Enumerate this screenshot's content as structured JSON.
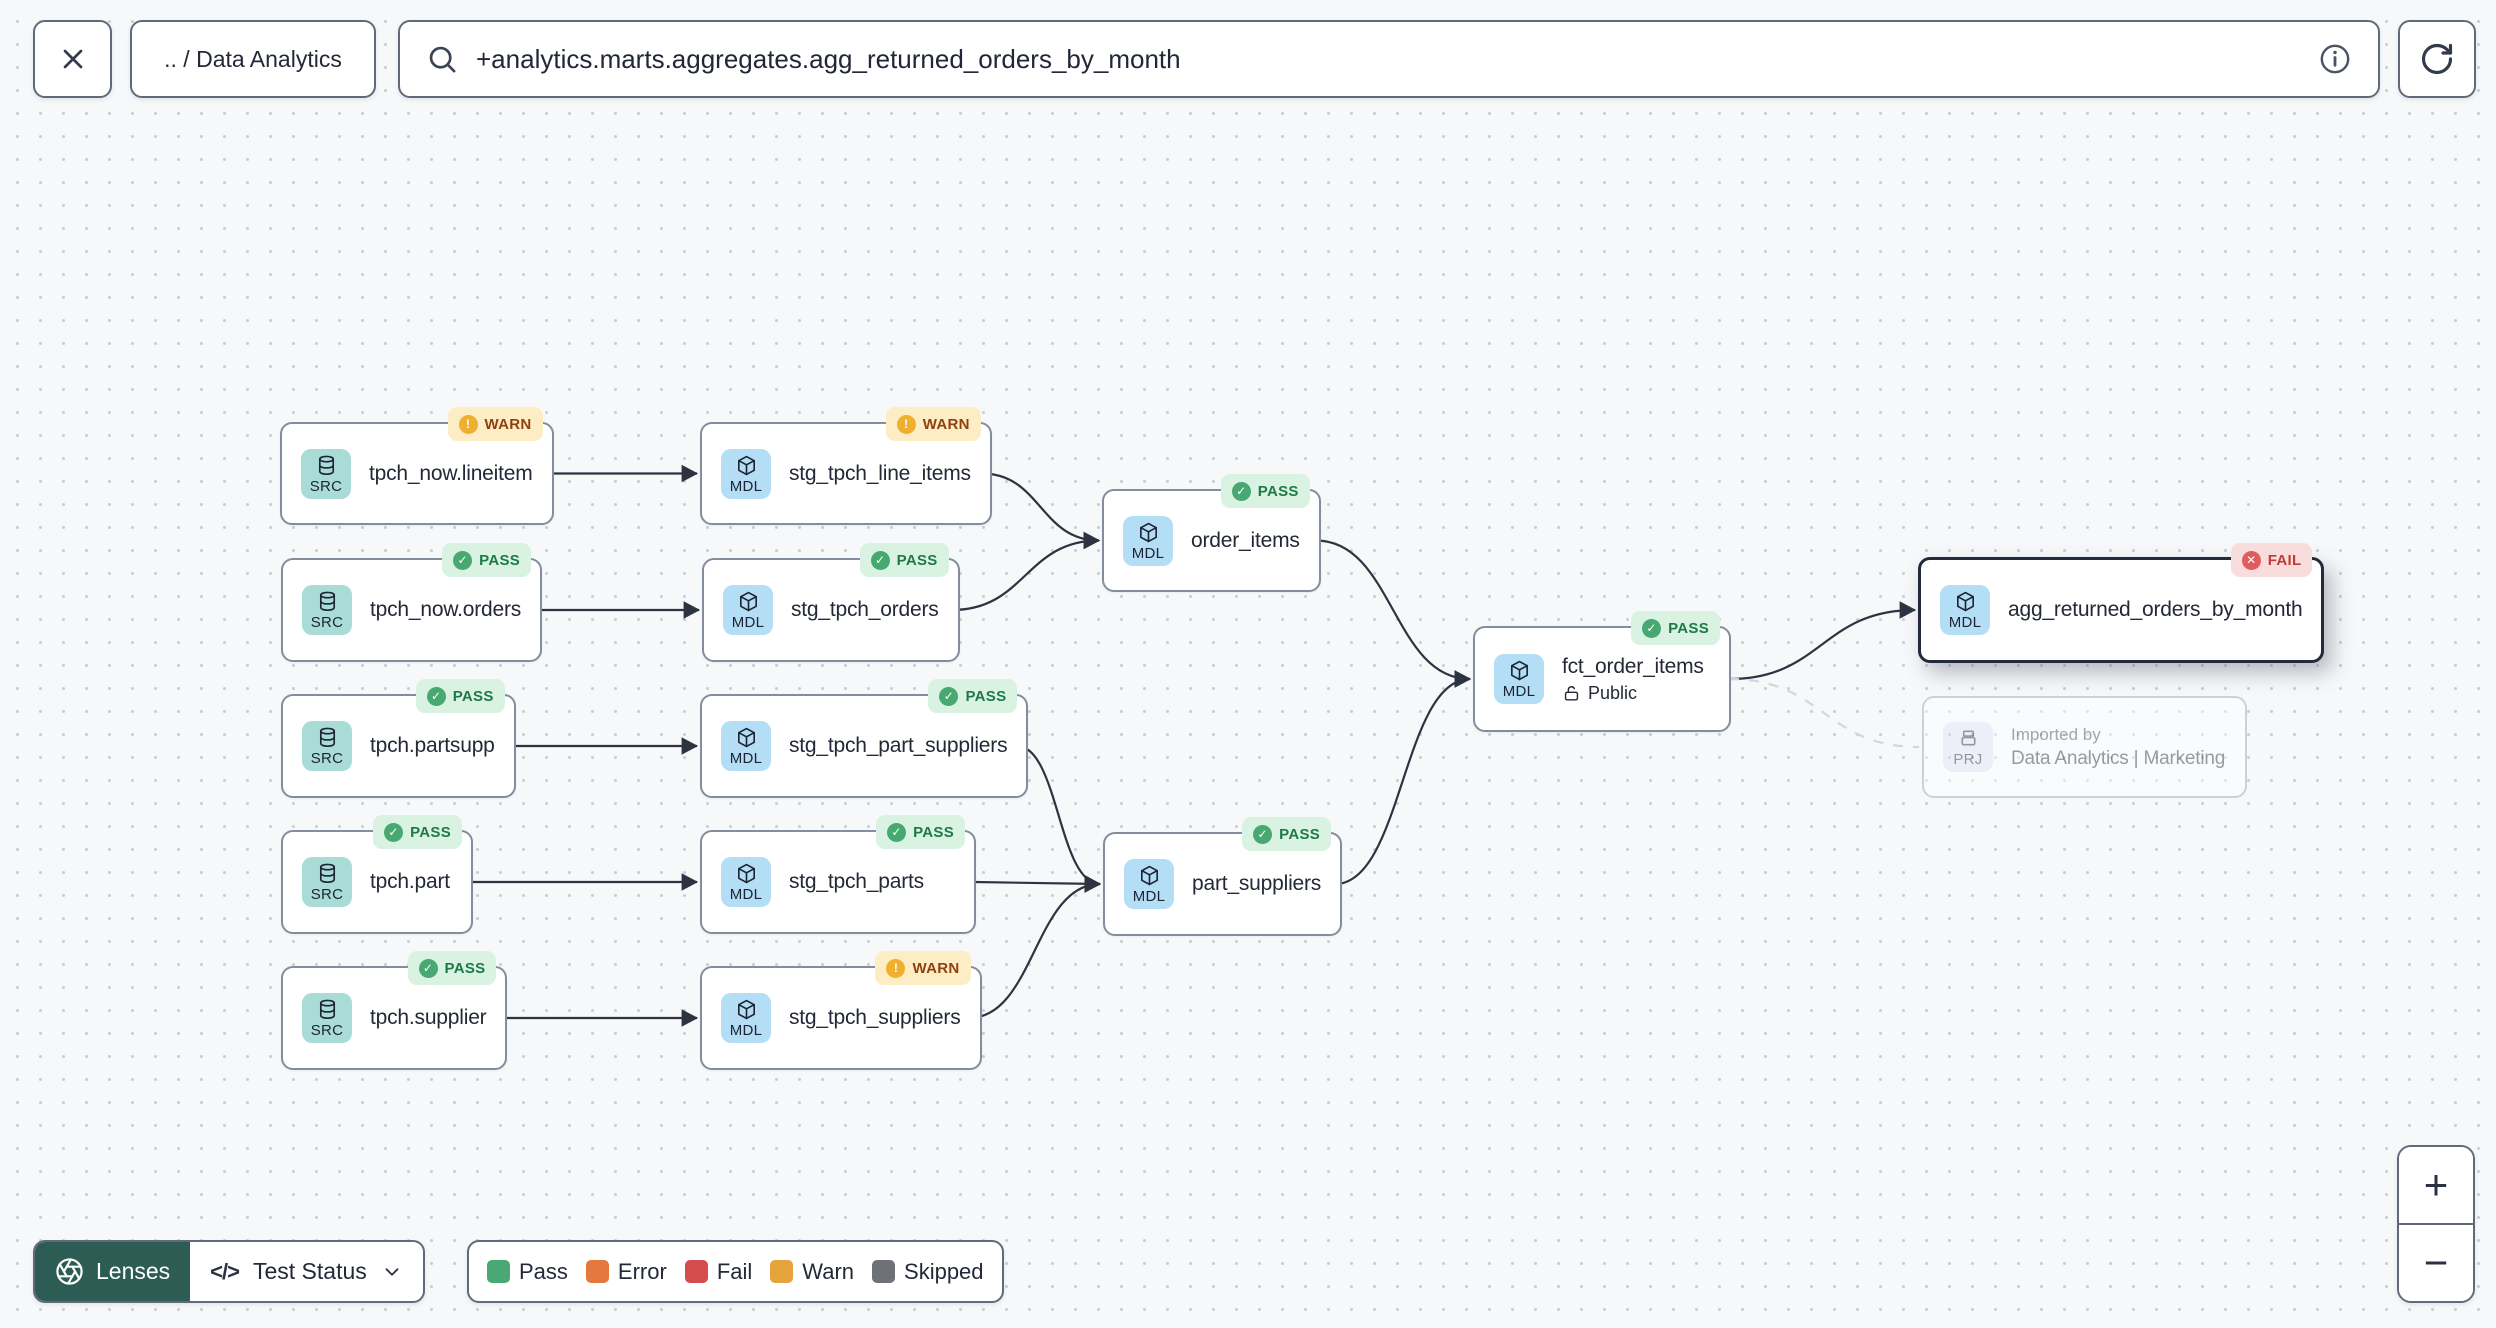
{
  "toolbar": {
    "breadcrumb": ".. / Data Analytics",
    "search_value": "+analytics.marts.aggregates.agg_returned_orders_by_month"
  },
  "graph": {
    "nodes": [
      {
        "id": "tpch_now_lineitem",
        "type": "SRC",
        "icon": "database-icon",
        "label": "tpch_now.lineitem",
        "status": "WARN"
      },
      {
        "id": "stg_tpch_line_items",
        "type": "MDL",
        "icon": "cube-icon",
        "label": "stg_tpch_line_items",
        "status": "WARN"
      },
      {
        "id": "tpch_now_orders",
        "type": "SRC",
        "icon": "database-icon",
        "label": "tpch_now.orders",
        "status": "PASS"
      },
      {
        "id": "stg_tpch_orders",
        "type": "MDL",
        "icon": "cube-icon",
        "label": "stg_tpch_orders",
        "status": "PASS"
      },
      {
        "id": "tpch_partsupp",
        "type": "SRC",
        "icon": "database-icon",
        "label": "tpch.partsupp",
        "status": "PASS"
      },
      {
        "id": "stg_tpch_part_suppliers",
        "type": "MDL",
        "icon": "cube-icon",
        "label": "stg_tpch_part_suppliers",
        "status": "PASS"
      },
      {
        "id": "tpch_part",
        "type": "SRC",
        "icon": "database-icon",
        "label": "tpch.part",
        "status": "PASS"
      },
      {
        "id": "stg_tpch_parts",
        "type": "MDL",
        "icon": "cube-icon",
        "label": "stg_tpch_parts",
        "status": "PASS"
      },
      {
        "id": "tpch_supplier",
        "type": "SRC",
        "icon": "database-icon",
        "label": "tpch.supplier",
        "status": "PASS"
      },
      {
        "id": "stg_tpch_suppliers",
        "type": "MDL",
        "icon": "cube-icon",
        "label": "stg_tpch_suppliers",
        "status": "WARN"
      },
      {
        "id": "order_items",
        "type": "MDL",
        "icon": "cube-icon",
        "label": "order_items",
        "status": "PASS"
      },
      {
        "id": "part_suppliers",
        "type": "MDL",
        "icon": "cube-icon",
        "label": "part_suppliers",
        "status": "PASS"
      },
      {
        "id": "fct_order_items",
        "type": "MDL",
        "icon": "cube-icon",
        "label": "fct_order_items",
        "status": "PASS",
        "sublabel": "Public",
        "sub_icon": "unlock-icon"
      },
      {
        "id": "agg_returned_orders_by_month",
        "type": "MDL",
        "icon": "cube-icon",
        "label": "agg_returned_orders_by_month",
        "status": "FAIL",
        "selected": true
      },
      {
        "id": "imported_by",
        "type": "PRJ",
        "icon": "project-icon",
        "kicker": "Imported by",
        "label": "Data Analytics | Marketing",
        "faded": true
      }
    ],
    "edges": [
      {
        "from": "tpch_now_lineitem",
        "to": "stg_tpch_line_items",
        "style": "solid"
      },
      {
        "from": "tpch_now_orders",
        "to": "stg_tpch_orders",
        "style": "solid"
      },
      {
        "from": "tpch_partsupp",
        "to": "stg_tpch_part_suppliers",
        "style": "solid"
      },
      {
        "from": "tpch_part",
        "to": "stg_tpch_parts",
        "style": "solid"
      },
      {
        "from": "tpch_supplier",
        "to": "stg_tpch_suppliers",
        "style": "solid"
      },
      {
        "from": "stg_tpch_line_items",
        "to": "order_items",
        "style": "solid"
      },
      {
        "from": "stg_tpch_orders",
        "to": "order_items",
        "style": "solid"
      },
      {
        "from": "stg_tpch_part_suppliers",
        "to": "part_suppliers",
        "style": "solid"
      },
      {
        "from": "stg_tpch_parts",
        "to": "part_suppliers",
        "style": "solid"
      },
      {
        "from": "stg_tpch_suppliers",
        "to": "part_suppliers",
        "style": "solid"
      },
      {
        "from": "order_items",
        "to": "fct_order_items",
        "style": "solid"
      },
      {
        "from": "part_suppliers",
        "to": "fct_order_items",
        "style": "solid"
      },
      {
        "from": "fct_order_items",
        "to": "agg_returned_orders_by_month",
        "style": "solid"
      },
      {
        "from": "fct_order_items",
        "to": "imported_by",
        "style": "dashed"
      }
    ],
    "badge_styles": {
      "PASS": {
        "bg": "#daf2e2",
        "fg": "#1d7a47",
        "dot": "#47a871",
        "glyph": "✓"
      },
      "WARN": {
        "bg": "#fcedc4",
        "fg": "#92400e",
        "dot": "#eeb02e",
        "glyph": "!"
      },
      "FAIL": {
        "bg": "#f9dcdc",
        "fg": "#c13a3a",
        "dot": "#df5d5d",
        "glyph": "✕"
      }
    },
    "tile_colors": {
      "SRC": "#a9dbd7",
      "MDL": "#b4ddf6",
      "PRJ": "#e3e3f4"
    }
  },
  "footer": {
    "lenses": "Lenses",
    "lenses_bg": "#2d5c54",
    "lens_mode": "Test Status",
    "legend": [
      {
        "label": "Pass",
        "color": "#49a874"
      },
      {
        "label": "Error",
        "color": "#e4793f"
      },
      {
        "label": "Fail",
        "color": "#d64c4c"
      },
      {
        "label": "Warn",
        "color": "#e5a33b"
      },
      {
        "label": "Skipped",
        "color": "#6e7278"
      }
    ]
  },
  "zoom": {
    "in": "+",
    "out": "−"
  }
}
